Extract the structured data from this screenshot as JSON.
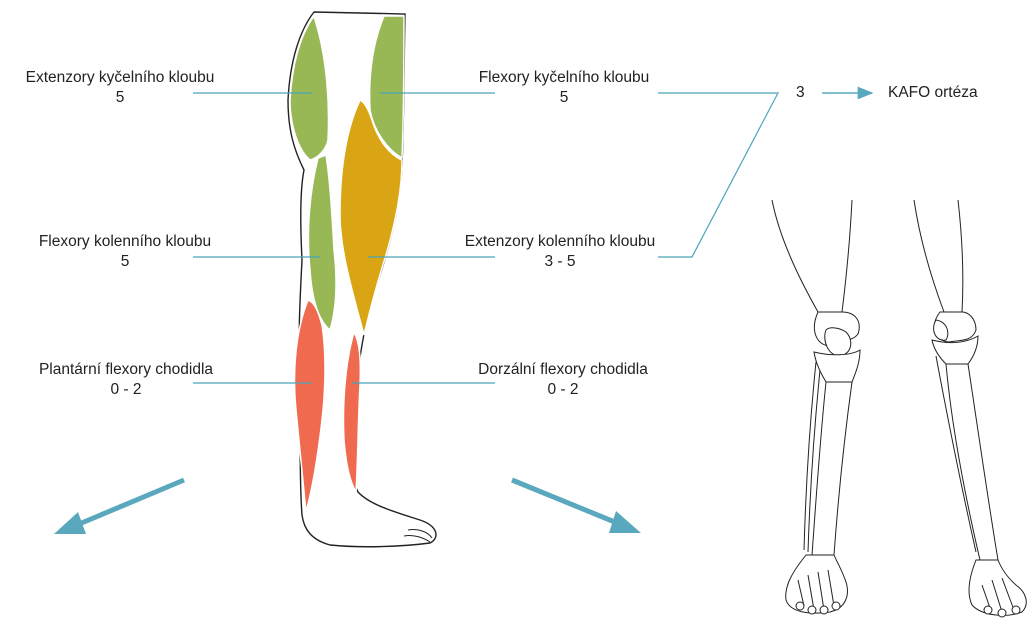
{
  "labels": {
    "hip_extensors": {
      "name": "Extenzory kyčelního kloubu",
      "score": "5"
    },
    "hip_flexors": {
      "name": "Flexory kyčelního kloubu",
      "score": "5"
    },
    "knee_flexors": {
      "name": "Flexory kolenního kloubu",
      "score": "5"
    },
    "knee_extensors": {
      "name": "Extenzory kolenního kloubu",
      "score": "3 - 5"
    },
    "plantar_flexors": {
      "name": "Plantární flexory chodidla",
      "score": "0 - 2"
    },
    "dorsal_flexors": {
      "name": "Dorzální flexory chodidla",
      "score": "0 - 2"
    }
  },
  "result": {
    "value": "3",
    "device": "KAFO ortéza"
  },
  "colors": {
    "green": "#97b854",
    "yellow": "#d9a514",
    "red": "#f06a50",
    "line": "#4aa5b8",
    "arrow": "#5aa8bd",
    "outline": "#222222"
  },
  "icons": {
    "arrow_small": "right-arrow-icon",
    "arrow_big_left": "down-left-arrow-icon",
    "arrow_big_right": "down-right-arrow-icon"
  }
}
